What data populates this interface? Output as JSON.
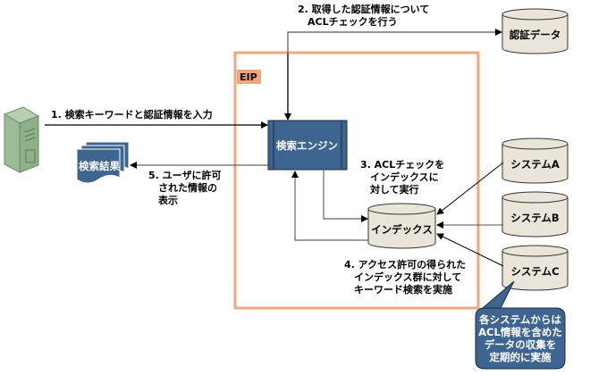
{
  "diagram": {
    "boundary": {
      "label": "EIP",
      "color": "#f2a679"
    },
    "nodes": {
      "client": {
        "icon": "server-tower-icon"
      },
      "results": {
        "label": "検索結果"
      },
      "engine": {
        "label": "検索エンジン"
      },
      "index": {
        "label": "インデックス"
      },
      "auth_data": {
        "label": "認証データ"
      },
      "system_a": {
        "label": "システムA"
      },
      "system_b": {
        "label": "システムB"
      },
      "system_c": {
        "label": "システムC"
      }
    },
    "steps": {
      "step1": [
        "1. 検索キーワードと認証情報を入力"
      ],
      "step2": [
        "2. 取得した認証情報について",
        "ACLチェックを行う"
      ],
      "step3": [
        "3. ACLチェックを",
        "インデックスに",
        "対して実行"
      ],
      "step4": [
        "4. アクセス許可の得られた",
        "インデックス群に対して",
        "キーワード検索を実施"
      ],
      "step5": [
        "5. ユーザに許可",
        "された情報の",
        "表示"
      ]
    },
    "callout": {
      "lines": [
        "各システムからは",
        "ACL情報を含めた",
        "データの収集を",
        "定期的に実施"
      ]
    },
    "colors": {
      "blue": "#3d6590",
      "cylinder": "#ebe5d9",
      "orange": "#f2a679"
    }
  }
}
